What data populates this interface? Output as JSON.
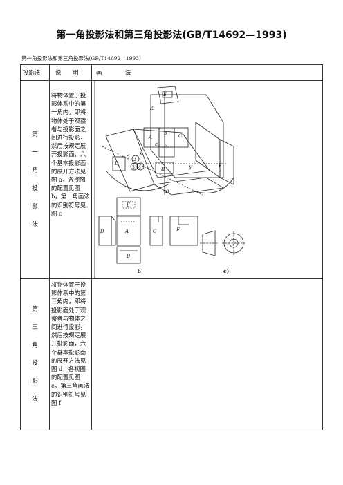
{
  "page": {
    "title": "第一角投影法和第三角投影法(GB/T14692—1993)",
    "subtitle": "第一角投影法和第三角投影法(GB/T14692—1993)"
  },
  "table": {
    "headers": [
      "投影法",
      "说　　明",
      "画　　　　法"
    ],
    "rows": [
      {
        "name_chars": [
          "第",
          "一",
          "角",
          "投",
          "影",
          "法"
        ],
        "description": "将物体置于投影体系中的第一角内，即将物体处于观察者与投影面之间进行投影，然后按规定展开投影面，六个基本投影面的展开方法见图 a，各视图的配置见图 b，第一角画法的识别符号见图 c"
      },
      {
        "name_chars": [
          "第",
          "三",
          "角",
          "投",
          "影",
          "法"
        ],
        "description": "将物体置于投影体系中的第三角内，即将投影面处于观察者与物体之间进行投影，然后按规定展开投影面，六个基本投影面的展开方法见图 d，各视图的配置见图 e，第三角画法的识别符号见图 f"
      }
    ]
  },
  "figure": {
    "a": {
      "caption": "a)",
      "letters": [
        "E",
        "Z",
        "A",
        "b",
        "C",
        "c",
        "a",
        "D",
        "d",
        "B",
        "Y",
        "F",
        "X"
      ],
      "circled": [
        "2",
        "3",
        "4"
      ]
    },
    "b": {
      "caption": "b)",
      "views": [
        "E",
        "D",
        "A",
        "C",
        "F",
        "B"
      ]
    },
    "c": {
      "caption": "c)"
    }
  }
}
